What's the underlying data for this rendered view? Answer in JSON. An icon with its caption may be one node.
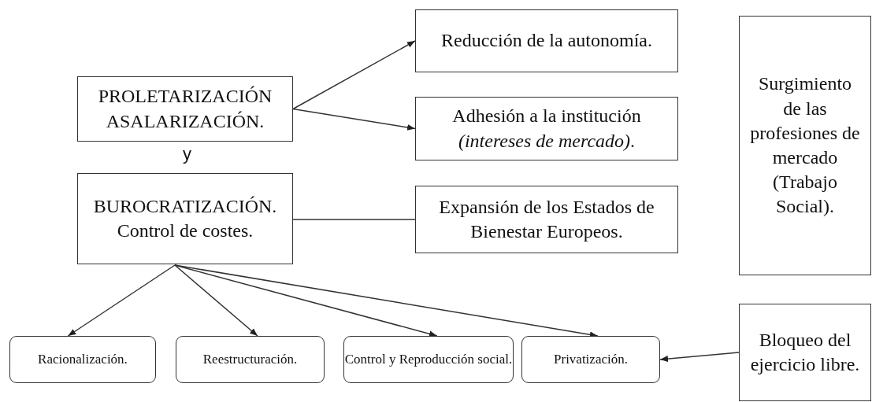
{
  "diagram": {
    "nodes": [
      {
        "text": [
          "PROLETARIZACIÓN ASALARIZACIÓN."
        ]
      },
      {
        "text": [
          "Reducción de la autonomía."
        ]
      },
      {
        "text": [
          "Adhesión a la institución *(intereses de mercado)*."
        ]
      },
      {
        "text": [
          "BUROCRATIZACIÓN.",
          "Control de costes."
        ]
      },
      {
        "text": [
          "Expansión de los Estados de Bienestar Europeos."
        ]
      },
      {
        "text": [
          "Surgimiento de las profesiones de mercado (Trabajo Social)."
        ]
      },
      {
        "text": [
          "Racionalización."
        ]
      },
      {
        "text": [
          "Reestructuración."
        ]
      },
      {
        "text": [
          "Control y Reproducción social."
        ]
      },
      {
        "text": [
          "Privatización."
        ]
      },
      {
        "text": [
          "Bloqueo del ejercicio libre."
        ]
      }
    ],
    "edges": [
      {
        "from": 0,
        "to": 1,
        "arrow": "to"
      },
      {
        "from": 0,
        "to": 2,
        "arrow": "to"
      },
      {
        "from": 3,
        "to": 4,
        "arrow": "none"
      },
      {
        "from": 3,
        "to": 6,
        "arrow": "to"
      },
      {
        "from": 3,
        "to": 7,
        "arrow": "to"
      },
      {
        "from": 3,
        "to": 8,
        "arrow": "to"
      },
      {
        "from": 3,
        "to": 9,
        "arrow": "to"
      },
      {
        "from": 10,
        "to": 9,
        "arrow": "to"
      }
    ],
    "labels": [
      "y"
    ]
  }
}
